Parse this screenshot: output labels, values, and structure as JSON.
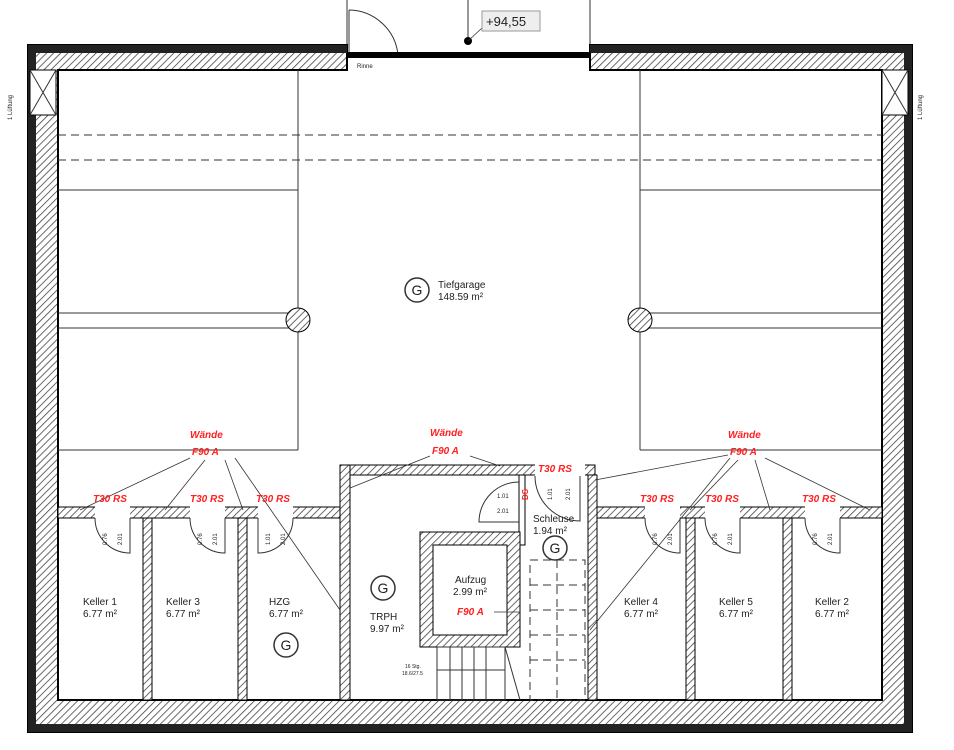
{
  "elevation_marker": "+94,55",
  "top_door_label": "Rinne",
  "side_labels": {
    "left": "1 Lüftung",
    "right": "1 Lüftung"
  },
  "rooms": {
    "tiefgarage": {
      "name": "Tiefgarage",
      "area": "148.59 m²",
      "symbol": "G"
    },
    "keller1": {
      "name": "Keller 1",
      "area": "6.77 m²"
    },
    "keller3": {
      "name": "Keller 3",
      "area": "6.77 m²"
    },
    "hzg": {
      "name": "HZG",
      "area": "6.77 m²",
      "symbol": "G"
    },
    "trph": {
      "name": "TRPH",
      "area": "9.97 m²",
      "symbol": "G"
    },
    "aufzug": {
      "name": "Aufzug",
      "area": "2.99 m²"
    },
    "schleuse": {
      "name": "Schleuse",
      "area": "1.94 m²",
      "symbol": "G"
    },
    "keller4": {
      "name": "Keller 4",
      "area": "6.77 m²"
    },
    "keller5": {
      "name": "Keller 5",
      "area": "6.77 m²"
    },
    "keller2": {
      "name": "Keller 2",
      "area": "6.77 m²"
    }
  },
  "fire_labels": {
    "walls_word": "Wände",
    "f90": "F90 A",
    "t30rs": "T30 RS",
    "ds": "DS"
  },
  "door_dims": {
    "a": "1.01",
    "b": "2.01",
    "c": "0.76",
    "d": "2.01"
  },
  "stair_label": [
    "16 Stg.",
    "18.6/27.5"
  ]
}
